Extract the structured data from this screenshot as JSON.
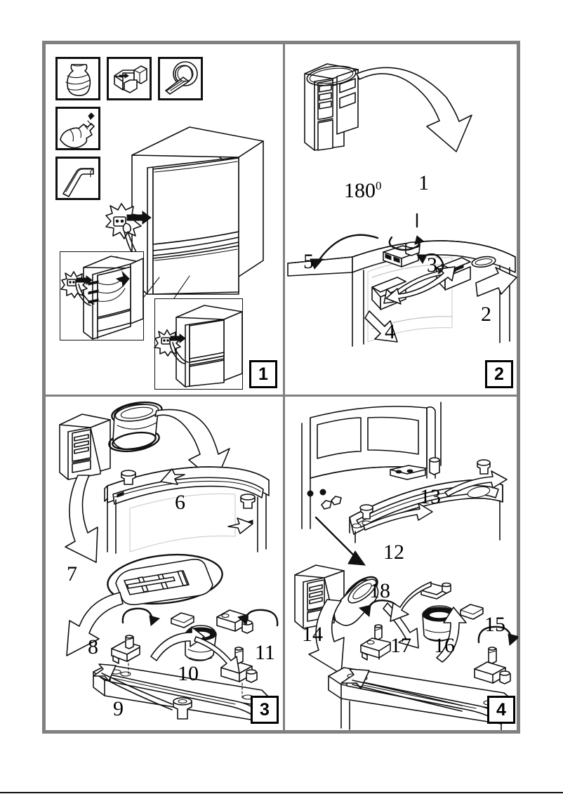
{
  "document": {
    "type": "appliance-installation-diagram",
    "title": "Refrigerator door reversal instructions",
    "panel_count": 4,
    "colors": {
      "frame": "#808080",
      "line": "#111111",
      "background": "#ffffff"
    }
  },
  "panels": [
    {
      "id": "panel-1",
      "badge": "1",
      "tools": [
        {
          "name": "cloth-icon",
          "label": "cloth"
        },
        {
          "name": "wrench-socket-icon",
          "label": "socket wrench"
        },
        {
          "name": "flat-screwdriver-icon",
          "label": "flat screwdriver"
        },
        {
          "name": "phillips-screwdriver-icon",
          "label": "phillips screwdriver"
        },
        {
          "name": "hex-key-icon",
          "label": "hex key"
        }
      ],
      "illustrations": [
        "refrigerator-front-view",
        "refrigerator-rear-unplug-inset",
        "refrigerator-front-unplug-inset"
      ],
      "step_labels": []
    },
    {
      "id": "panel-2",
      "badge": "2",
      "angle_label": "180",
      "angle_unit": "0",
      "step_labels": [
        "1",
        "2",
        "3",
        "4",
        "5"
      ],
      "illustrations": [
        "refrigerator-door-open-small",
        "curved-down-arrow",
        "top-hinge-detail"
      ]
    },
    {
      "id": "panel-3",
      "badge": "3",
      "step_labels": [
        "6",
        "7",
        "8",
        "9",
        "10",
        "11"
      ],
      "illustrations": [
        "fridge-with-cover-callout",
        "top-cover-panel",
        "control-plate",
        "lower-hinge-bracket",
        "bushing-cap",
        "hinge-pin-bracket"
      ]
    },
    {
      "id": "panel-4",
      "badge": "4",
      "step_labels": [
        "12",
        "13",
        "14",
        "15",
        "16",
        "17",
        "18"
      ],
      "illustrations": [
        "cabinet-front-with-hinge",
        "top-cover-panel-reversed",
        "fridge-with-cover-callout",
        "screw-and-bracket",
        "bushing-cap",
        "lower-hinge-bracket-reversed"
      ]
    }
  ]
}
